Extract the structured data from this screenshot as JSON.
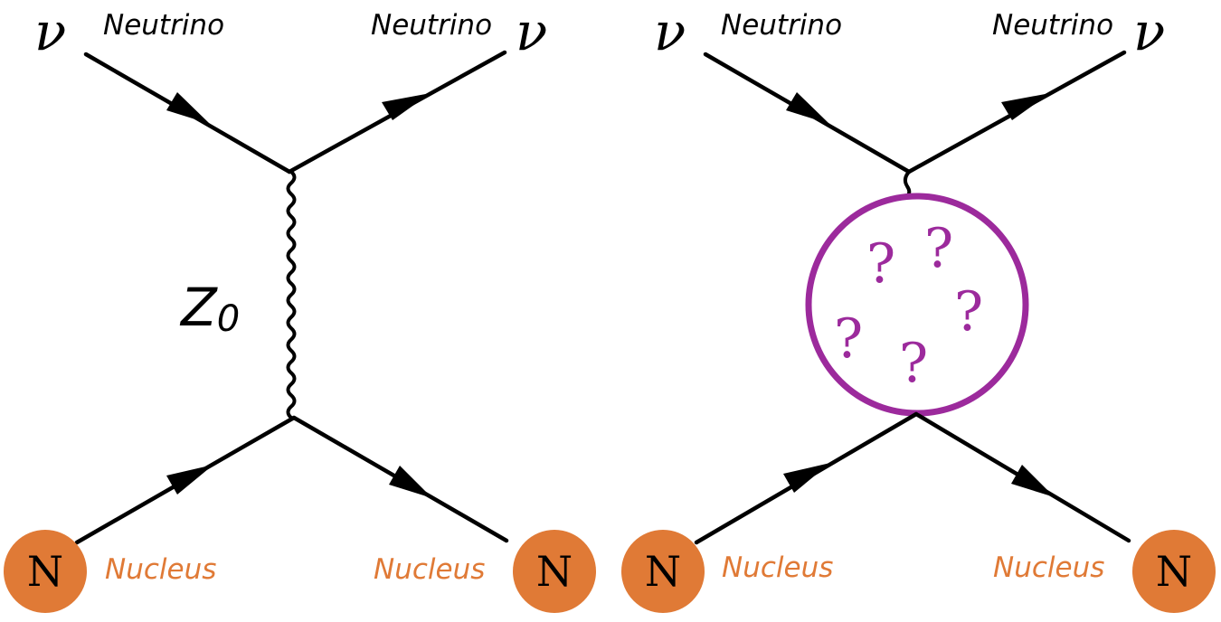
{
  "colors": {
    "line": "#000000",
    "nucleus_fill": "#e07a36",
    "nucleus_label": "#e07a36",
    "unknown": "#9c2a9c"
  },
  "left_diagram": {
    "neutrino_in": {
      "symbol": "ν",
      "label": "Neutrino"
    },
    "neutrino_out": {
      "symbol": "ν",
      "label": "Neutrino"
    },
    "boson": {
      "symbol": "Z",
      "subscript": "0"
    },
    "nucleus_in": {
      "letter": "N",
      "label": "Nucleus"
    },
    "nucleus_out": {
      "letter": "N",
      "label": "Nucleus"
    }
  },
  "right_diagram": {
    "neutrino_in": {
      "symbol": "ν",
      "label": "Neutrino"
    },
    "neutrino_out": {
      "symbol": "ν",
      "label": "Neutrino"
    },
    "unknown_marks": [
      "?",
      "?",
      "?",
      "?",
      "?"
    ],
    "nucleus_in": {
      "letter": "N",
      "label": "Nucleus"
    },
    "nucleus_out": {
      "letter": "N",
      "label": "Nucleus"
    }
  }
}
